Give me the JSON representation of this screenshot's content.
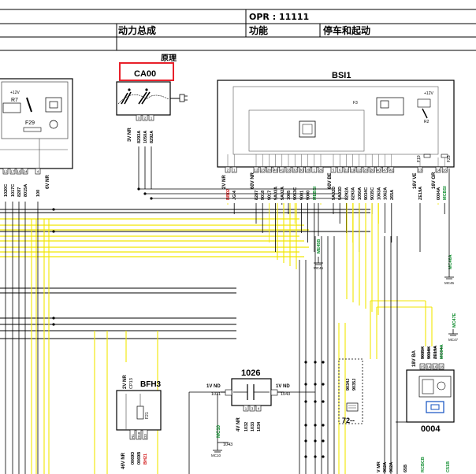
{
  "header": {
    "opr_label": "OPR : 11111",
    "system": "动力总成",
    "function_label": "功能",
    "function_value": "停车和起动",
    "sheet_title": "原理"
  },
  "highlight_color": "#e8202a",
  "wire_color_yellow": "#f2e600",
  "label_color_green": "#0a8a2a",
  "label_color_red": "#d01010",
  "ca00": {
    "name": "CA00",
    "connector": "3V NR",
    "pins": [
      "3",
      "2",
      "1"
    ],
    "wires": [
      "8293A",
      "1050A",
      "8292A"
    ]
  },
  "bsi1": {
    "name": "BSI1",
    "inner_labels": [
      "+12V",
      "R2",
      "F3",
      "F19",
      "F23"
    ],
    "connectors": [
      {
        "name": "2V NR",
        "pins": [
          "2",
          "1"
        ],
        "wires": [
          {
            "text": "BB02",
            "color": "red"
          },
          {
            "text": "JGI4",
            "color": "black"
          }
        ]
      },
      {
        "name": "60V NR",
        "pins": [
          "12",
          "23",
          "28",
          "40",
          "41",
          "33",
          "32",
          "30",
          "20",
          "1",
          "26"
        ],
        "wires": [
          {
            "text": "8287",
            "color": "black"
          },
          {
            "text": "9018",
            "color": "black"
          },
          {
            "text": "9017",
            "color": "black"
          },
          {
            "text": "9A03A",
            "color": "black"
          },
          {
            "text": "9A02A",
            "color": "black"
          },
          {
            "text": "1065",
            "color": "black"
          },
          {
            "text": "9053C",
            "color": "black"
          },
          {
            "text": "9001",
            "color": "black"
          },
          {
            "text": "9000",
            "color": "black"
          },
          {
            "text": "MEBSI",
            "color": "green"
          }
        ]
      },
      {
        "name": "60V BE",
        "pins": [
          "5",
          "6",
          "22",
          "19",
          "22",
          "20",
          "26",
          "40",
          "47",
          "42"
        ],
        "wires": [
          {
            "text": "9A02D",
            "color": "black"
          },
          {
            "text": "9A03D",
            "color": "black"
          },
          {
            "text": "8292A",
            "color": "black"
          },
          {
            "text": "8293A",
            "color": "black"
          },
          {
            "text": "1050A",
            "color": "black"
          },
          {
            "text": "9034C",
            "color": "black"
          },
          {
            "text": "9035C",
            "color": "black"
          },
          {
            "text": "1063A",
            "color": "black"
          },
          {
            "text": "1062A",
            "color": "black"
          },
          {
            "text": "265A",
            "color": "black"
          }
        ]
      },
      {
        "name": "16V VE",
        "pins": [
          "13"
        ],
        "wires": [
          {
            "text": "ZE19A",
            "color": "black"
          }
        ]
      },
      {
        "name": "16V GR",
        "pins": [
          "14",
          "16"
        ],
        "wires": [
          {
            "text": "0004A",
            "color": "black"
          },
          {
            "text": "MCBSI",
            "color": "green"
          }
        ]
      }
    ]
  },
  "left_module": {
    "inner_labels": [
      "+12V",
      "R7",
      "F29"
    ],
    "connector": "6V NR",
    "pins": [
      "12",
      "17",
      "16",
      "24",
      "4"
    ],
    "wires": [
      "1020C",
      "1017C",
      "8287",
      "8015A",
      "100"
    ]
  },
  "bfh3": {
    "name": "BFH3",
    "connector_top": "2V NR",
    "top_wire": "CP13",
    "inner": "F21",
    "connector_bottom": "46V NR",
    "bottom_pins": [
      "R1",
      "D10",
      "D3"
    ],
    "bottom_wires": [
      {
        "text": "0069D",
        "color": "black"
      },
      {
        "text": "0069B",
        "color": "black"
      },
      {
        "text": "BH21",
        "color": "red"
      }
    ]
  },
  "n1026": {
    "name": "1026",
    "left_connector": "1V ND",
    "left_wire": "1031",
    "right_connector": "1V ND",
    "right_wire": "1043",
    "bottom_connector": "4V NR",
    "bottom_pins": [
      "1",
      "3",
      "4"
    ],
    "bottom_wires": [
      "1032",
      "1033",
      "1034"
    ]
  },
  "mc10": {
    "label": "MC10",
    "wire": "1043",
    "ground": "MC10"
  },
  "mc45": {
    "wire": "ME45B",
    "ground": "MC45"
  },
  "mc46": {
    "wire": "MC46A",
    "ground": "MC45"
  },
  "mc47": {
    "wire": "MC47E",
    "ground": "MC47"
  },
  "n72": {
    "name": "72--",
    "wires": [
      "9034J",
      "9035J"
    ]
  },
  "n0004": {
    "name": "0004",
    "connector": "18V BA",
    "pins": [
      "15",
      "14",
      "16",
      "18"
    ],
    "wires": [
      {
        "text": "9035K",
        "color": "black"
      },
      {
        "text": "9034K",
        "color": "black"
      },
      {
        "text": "ZE19A",
        "color": "black"
      },
      {
        "text": "MC04A",
        "color": "green"
      }
    ]
  },
  "bottom_labels": [
    {
      "text": "V MR",
      "color": "black"
    },
    {
      "text": "962A",
      "color": "black"
    },
    {
      "text": "962A",
      "color": "black"
    },
    {
      "text": "65B",
      "color": "black"
    },
    {
      "text": "RCBCB",
      "color": "green"
    },
    {
      "text": "C51B",
      "color": "green"
    }
  ]
}
